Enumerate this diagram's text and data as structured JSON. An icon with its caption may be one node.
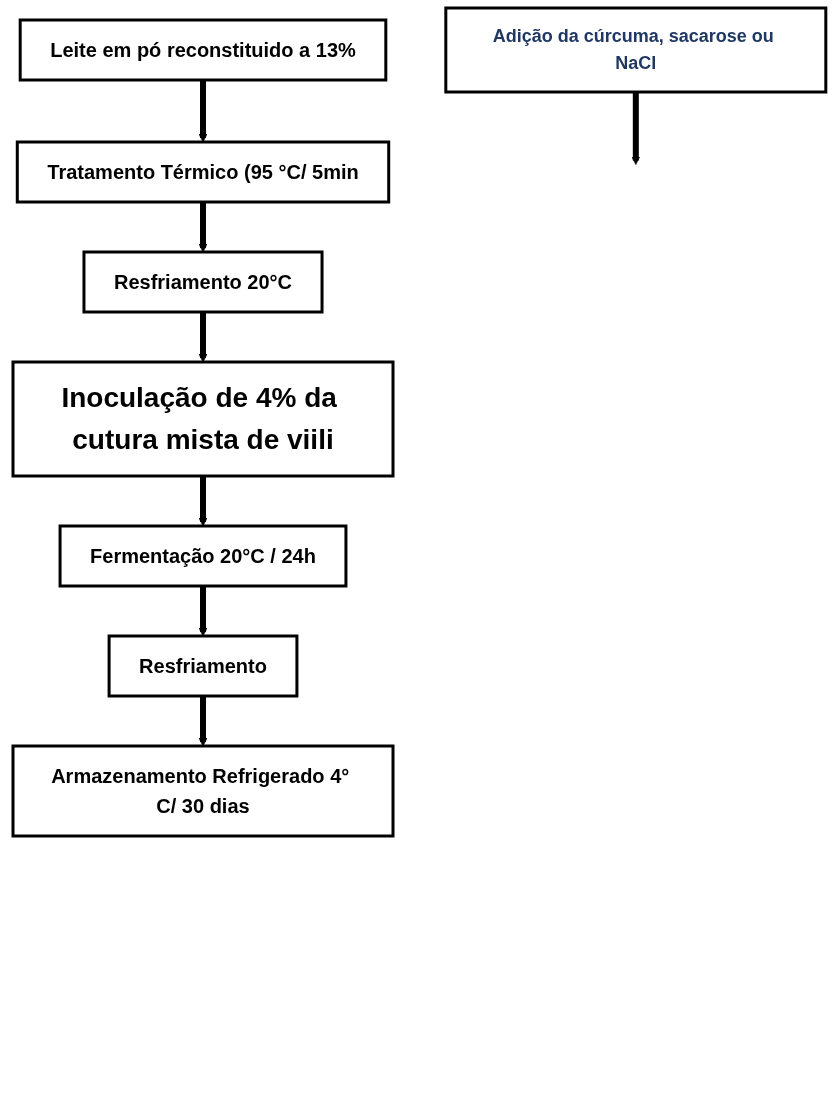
{
  "diagram": {
    "nodes": [
      {
        "text": [
          "Leite em pó reconstituido a 13%"
        ]
      },
      {
        "text": [
          "Tratamento Térmico (95 °C/ 5min"
        ]
      },
      {
        "text": [
          "Resfriamento 20°C"
        ]
      },
      {
        "text": [
          "Inoculação de 4% da cutura mista de viili"
        ]
      },
      {
        "text": [
          "Fermentação 20°C / 24h"
        ]
      },
      {
        "text": [
          "Adição da cúrcuma, sacarose ou NaCl"
        ]
      },
      {
        "text": [
          "Resfriamento"
        ]
      },
      {
        "text": [
          "Armazenamento Refrigerado 4° C/ 30 dias"
        ]
      }
    ],
    "edges": [
      {
        "from": 0,
        "to": 1,
        "arrow": "to"
      },
      {
        "from": 1,
        "to": 2,
        "arrow": "to"
      },
      {
        "from": 2,
        "to": 3,
        "arrow": "to"
      },
      {
        "from": 3,
        "to": 4,
        "arrow": "to"
      },
      {
        "from": 4,
        "to": 6,
        "arrow": "to"
      },
      {
        "from": 5,
        "to": null,
        "arrow": "to"
      },
      {
        "from": 6,
        "to": 7,
        "arrow": "to"
      }
    ]
  }
}
